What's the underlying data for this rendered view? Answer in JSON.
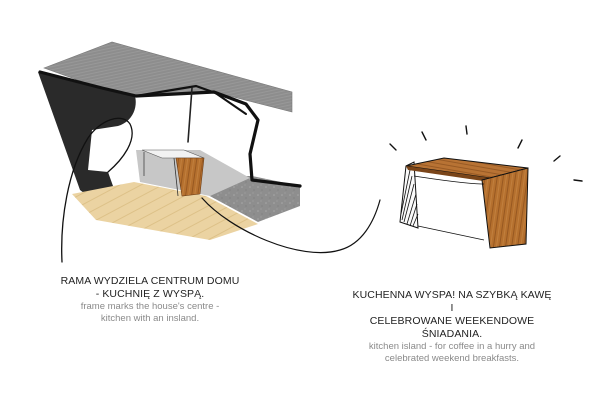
{
  "captions": {
    "frame": {
      "pl_line1": "RAMA WYDZIELA CENTRUM DOMU",
      "pl_line2": "- KUCHNIĘ Z WYSPĄ.",
      "en_line1": "frame marks the house's centre -",
      "en_line2": "kitchen with an insland."
    },
    "island": {
      "pl_line1": "KUCHENNA WYSPA! NA SZYBKĄ KAWĘ I",
      "pl_line2": "CELEBROWANE WEEKENDOWE",
      "pl_line3": "ŚNIADANIA.",
      "en_line1": "kitchen island - for coffee in a hurry and",
      "en_line2": "celebrated weekend breakfasts."
    }
  },
  "colors": {
    "wood": "#b06a2a",
    "wood_dark": "#8a4e1c",
    "floor": "#e8cf9a",
    "concrete": "#9a9a9a",
    "frame": "#111111",
    "ink": "#1a1a1a"
  }
}
